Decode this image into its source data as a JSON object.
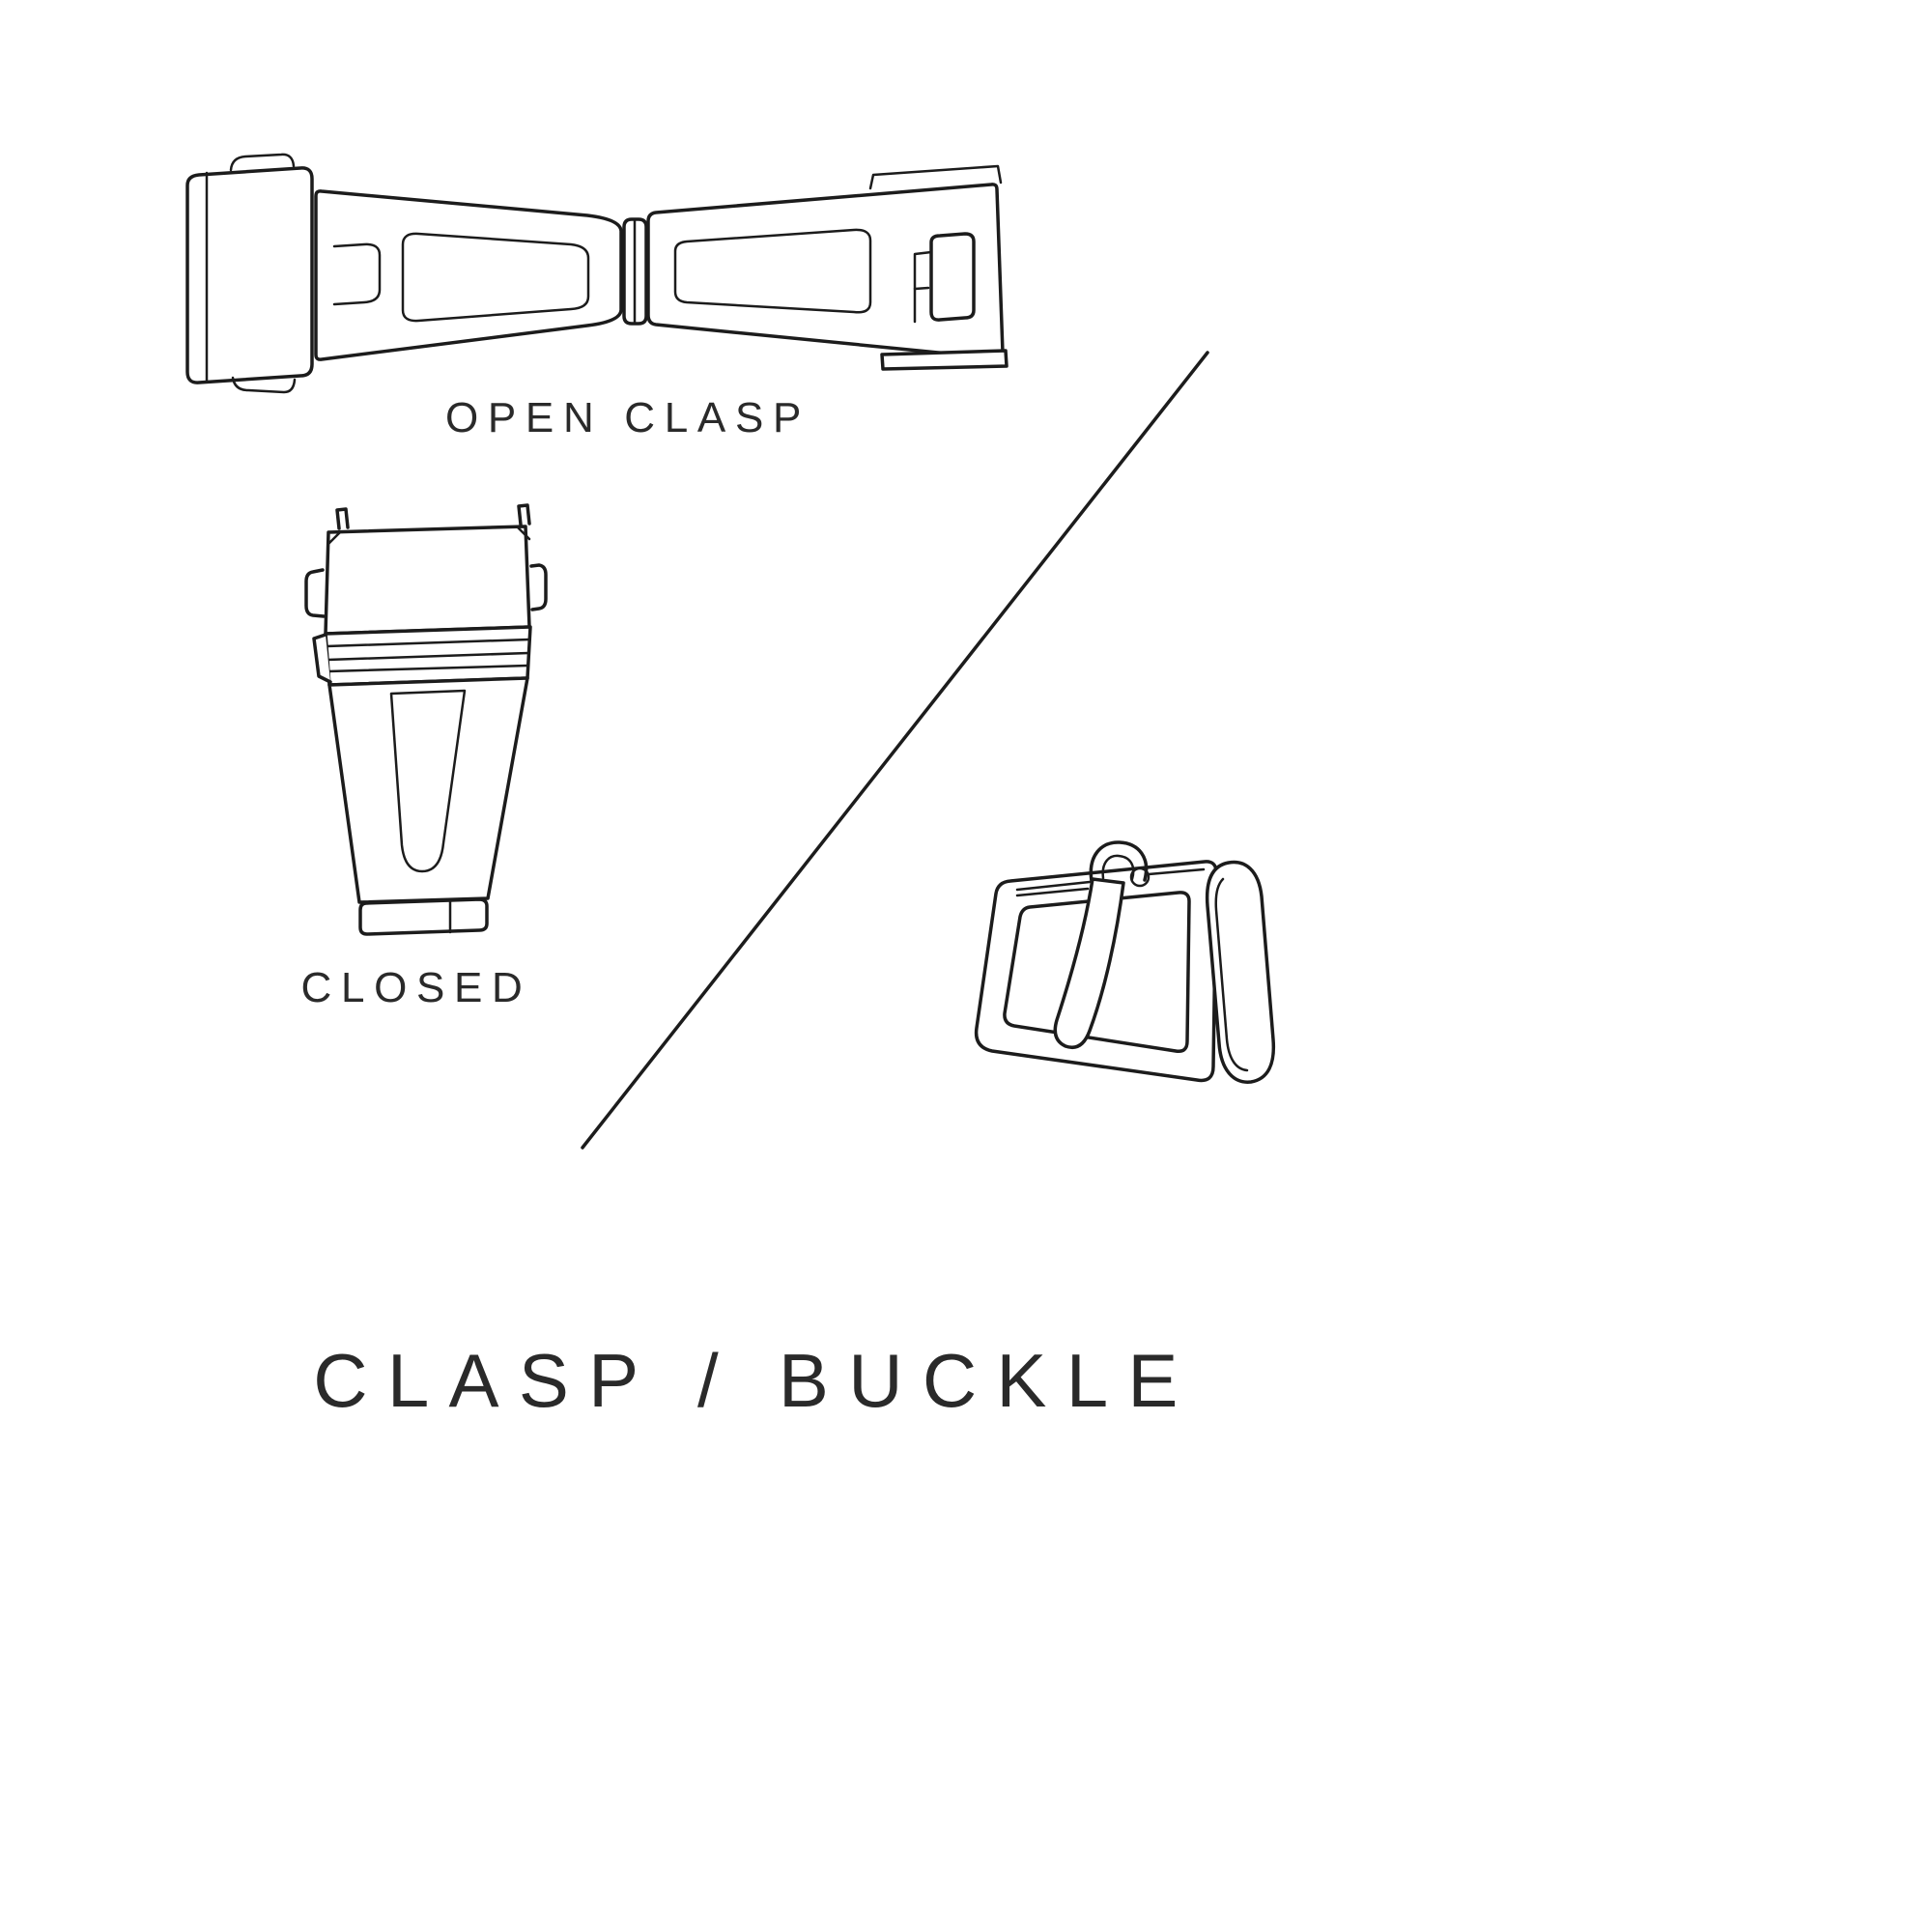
{
  "canvas": {
    "background": "#ffffff",
    "line_color": "#1c1c1c",
    "text_color": "#2a2a2a"
  },
  "labels": {
    "open_clasp": "OPEN CLASP",
    "closed": "CLOSED",
    "title": "CLASP / BUCKLE"
  },
  "figures": [
    {
      "icon": "open-clasp-illustration",
      "caption": "OPEN CLASP"
    },
    {
      "icon": "closed-clasp-illustration",
      "caption": "CLOSED"
    },
    {
      "icon": "tang-buckle-illustration",
      "caption": ""
    }
  ]
}
